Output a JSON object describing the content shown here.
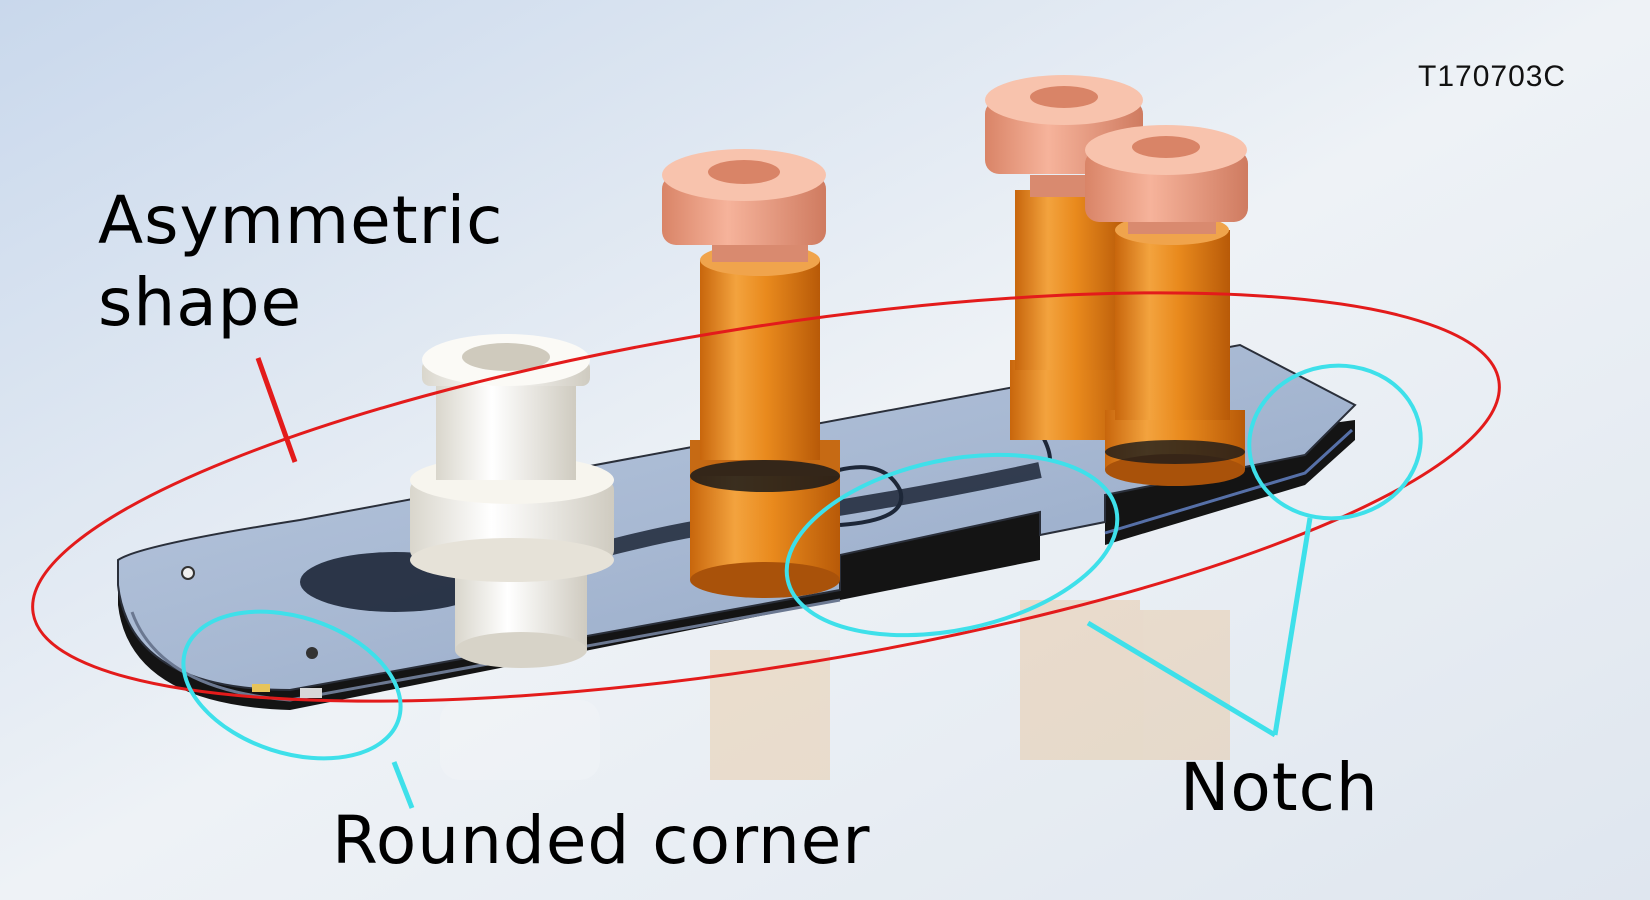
{
  "figure": {
    "code": "T170703C",
    "labels": {
      "asymmetric_line1": "Asymmetric",
      "asymmetric_line2": "shape",
      "rounded_corner": "Rounded corner",
      "notch": "Notch"
    }
  },
  "colors": {
    "highlight_red": "#e31b1b",
    "highlight_cyan": "#3ee0ea",
    "cap_salmon": "#f2a48c",
    "cylinder_orange": "#e88a1c",
    "adapter_white": "#f4f2ea",
    "slide_glass": "#9fb3cf",
    "slide_edge": "#111111"
  }
}
